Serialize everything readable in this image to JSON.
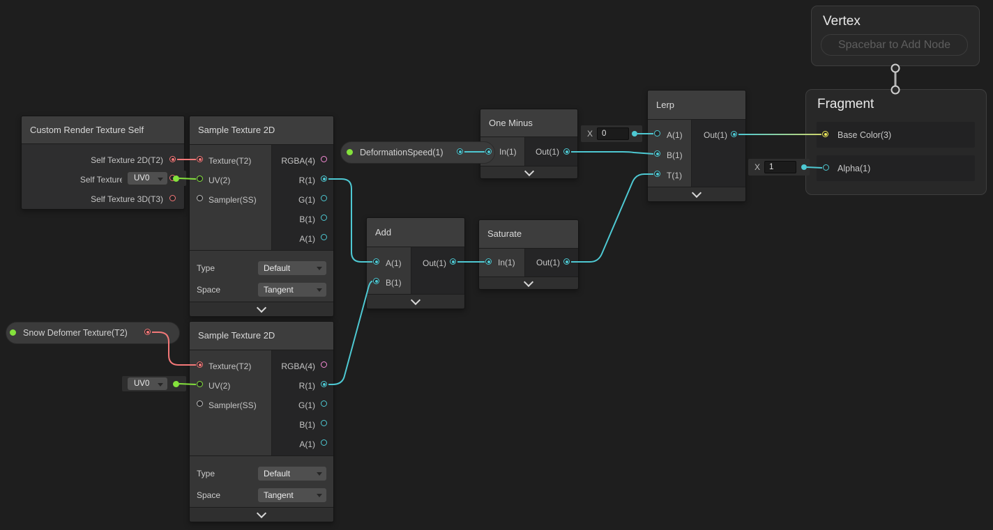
{
  "colors": {
    "background": "#1E1E1E",
    "wire_float_cyan": "#4EC9D3",
    "wire_texture_red": "#F47878",
    "wire_uv_green": "#84E23C",
    "wire_to_vector3_yellow": "#CDD56C",
    "port_vector4_pink": "#F78BD7",
    "port_vector3_yellow": "#EDE95A",
    "port_sampler_gray": "#BBBBBB"
  },
  "nodes": {
    "vertex": {
      "title": "Vertex",
      "hint": "Spacebar to Add Node"
    },
    "fragment": {
      "title": "Fragment",
      "ports": {
        "base_color": "Base Color(3)",
        "alpha": "Alpha(1)"
      }
    },
    "custom_render_texture_self": {
      "title": "Custom Render Texture Self",
      "outputs": [
        "Self Texture 2D(T2)",
        "Self Texture Cube(TC)",
        "Self Texture 3D(T3)"
      ]
    },
    "sample_texture_1": {
      "title": "Sample Texture 2D",
      "inputs": [
        "Texture(T2)",
        "UV(2)",
        "Sampler(SS)"
      ],
      "outputs": [
        "RGBA(4)",
        "R(1)",
        "G(1)",
        "B(1)",
        "A(1)"
      ],
      "controls": [
        {
          "label": "Type",
          "value": "Default"
        },
        {
          "label": "Space",
          "value": "Tangent"
        }
      ]
    },
    "sample_texture_2": {
      "title": "Sample Texture 2D",
      "inputs": [
        "Texture(T2)",
        "UV(2)",
        "Sampler(SS)"
      ],
      "outputs": [
        "RGBA(4)",
        "R(1)",
        "G(1)",
        "B(1)",
        "A(1)"
      ],
      "controls": [
        {
          "label": "Type",
          "value": "Default"
        },
        {
          "label": "Space",
          "value": "Tangent"
        }
      ]
    },
    "one_minus": {
      "title": "One Minus",
      "input": "In(1)",
      "output": "Out(1)"
    },
    "add": {
      "title": "Add",
      "inputs": [
        "A(1)",
        "B(1)"
      ],
      "output": "Out(1)"
    },
    "saturate": {
      "title": "Saturate",
      "input": "In(1)",
      "output": "Out(1)"
    },
    "lerp": {
      "title": "Lerp",
      "inputs": [
        "A(1)",
        "B(1)",
        "T(1)"
      ],
      "output": "Out(1)"
    }
  },
  "properties": {
    "deformation_speed": {
      "label": "DeformationSpeed(1)"
    },
    "snow_deformer": {
      "label": "Snow Defomer Texture(T2)"
    }
  },
  "widgets": {
    "uv0_1": {
      "value": "UV0"
    },
    "uv0_2": {
      "value": "UV0"
    },
    "x0": {
      "label": "X",
      "value": "0"
    },
    "x1": {
      "label": "X",
      "value": "1"
    }
  }
}
